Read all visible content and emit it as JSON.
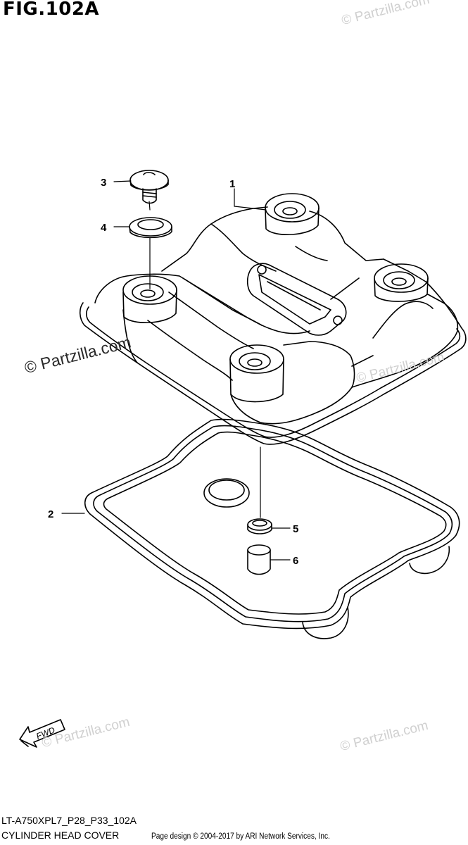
{
  "figure": {
    "title": "FIG.102A",
    "code": "LT-A750XPL7_P28_P33_102A",
    "name": "CYLINDER HEAD COVER"
  },
  "watermark": "© Partzilla.com",
  "credit": "Page design © 2004-2017 by ARI Network Services, Inc.",
  "fwd_label": "FWD",
  "callouts": [
    {
      "id": "1",
      "label": "1",
      "part": "cylinder head cover"
    },
    {
      "id": "2",
      "label": "2",
      "part": "gasket"
    },
    {
      "id": "3",
      "label": "3",
      "part": "bolt"
    },
    {
      "id": "4",
      "label": "4",
      "part": "washer"
    },
    {
      "id": "5",
      "label": "5",
      "part": "oil seal"
    },
    {
      "id": "6",
      "label": "6",
      "part": "dowel pin"
    }
  ]
}
